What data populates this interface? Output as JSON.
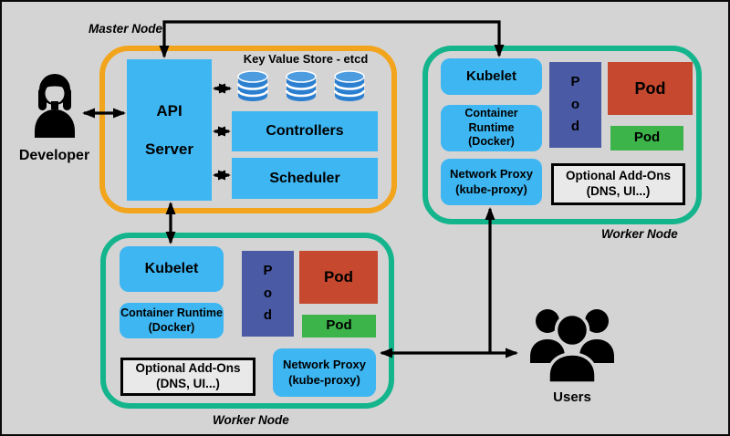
{
  "master": {
    "name_label": "Master Node",
    "api_server": [
      "API",
      "Server"
    ],
    "etcd_label": "Key Value Store - etcd",
    "controllers": "Controllers",
    "scheduler": "Scheduler"
  },
  "workers": [
    {
      "name_label": "Worker Node",
      "kubelet": "Kubelet",
      "container_runtime": [
        "Container Runtime",
        "(Docker)"
      ],
      "network_proxy": [
        "Network Proxy",
        "(kube-proxy)"
      ],
      "pod_stacked": [
        "P",
        "o",
        "d"
      ],
      "pod_red": "Pod",
      "pod_green": "Pod",
      "addons": [
        "Optional Add-Ons",
        "(DNS, UI...)"
      ]
    },
    {
      "name_label": "Worker Node",
      "kubelet": "Kubelet",
      "container_runtime": [
        "Container Runtime",
        "(Docker)"
      ],
      "network_proxy": [
        "Network Proxy",
        "(kube-proxy)"
      ],
      "pod_stacked": [
        "P",
        "o",
        "d"
      ],
      "pod_red": "Pod",
      "pod_green": "Pod",
      "addons": [
        "Optional Add-Ons",
        "(DNS, UI...)"
      ]
    }
  ],
  "actors": {
    "developer": "Developer",
    "users": "Users"
  },
  "icons": {
    "database": "database-icon",
    "developer": "person-female-icon",
    "users": "people-group-icon"
  },
  "colors": {
    "background": "#d4d4d4",
    "box_blue": "#3db6f2",
    "pod_dark_blue": "#4a5aa5",
    "pod_red": "#c5482f",
    "pod_green": "#3cb44a",
    "master_border_orange": "#f2a51c",
    "worker_border_teal": "#14b58c",
    "database_blue": "#2a7fd0",
    "arrow_black": "#000000"
  }
}
